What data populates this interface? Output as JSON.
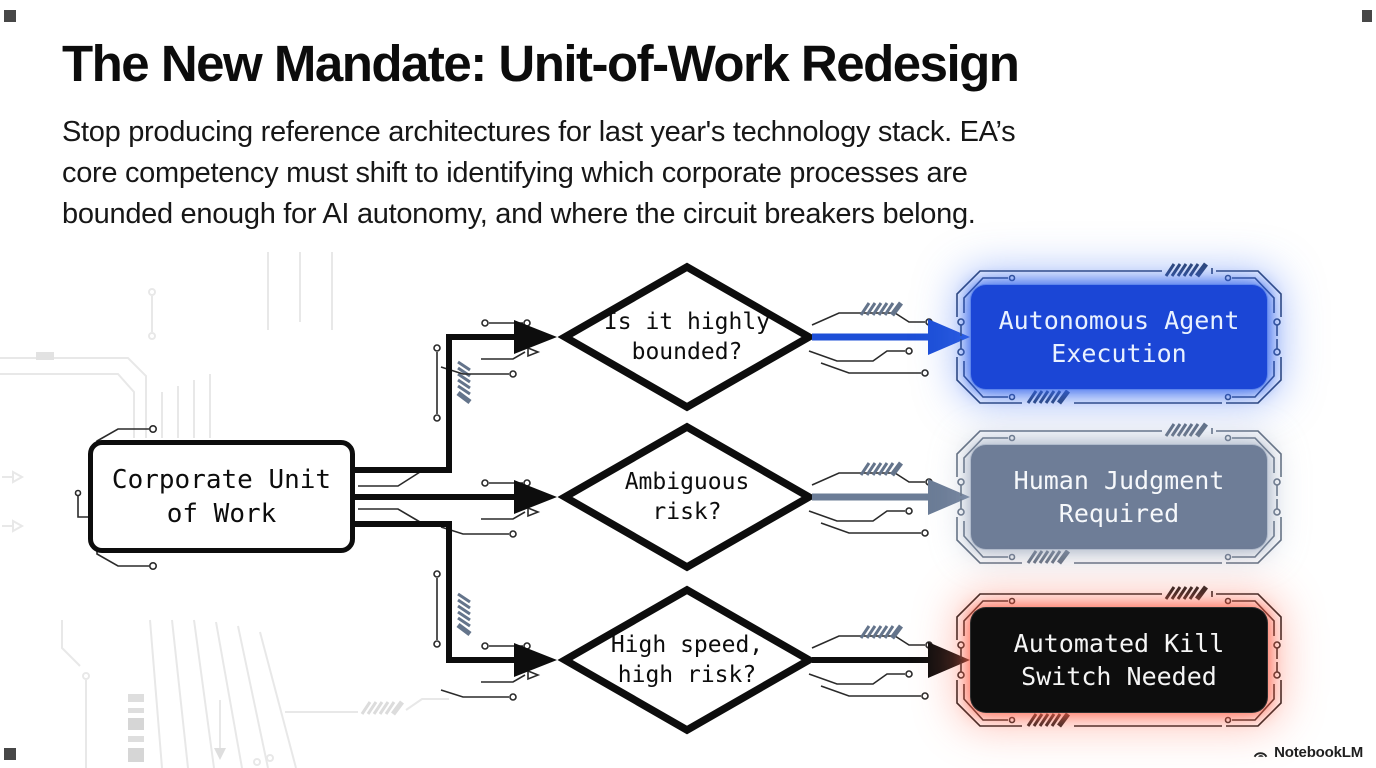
{
  "slide": {
    "title": "The New Mandate: Unit-of-Work Redesign",
    "subtitle_lines": [
      "Stop producing reference architectures for last year's technology stack. EA’s",
      "core competency must shift to identifying which corporate processes are",
      "bounded enough for AI autonomy, and where the circuit breakers belong."
    ]
  },
  "flowchart": {
    "source": {
      "line1": "Corporate Unit",
      "line2": "of Work"
    },
    "decisions": [
      {
        "line1": "Is it highly",
        "line2": "bounded?"
      },
      {
        "line1": "Ambiguous",
        "line2": "risk?"
      },
      {
        "line1": "High speed,",
        "line2": "high risk?"
      }
    ],
    "outcomes": [
      {
        "line1": "Autonomous Agent",
        "line2": "Execution",
        "fill": "#1b46d6",
        "glow": "#2f6bff"
      },
      {
        "line1": "Human Judgment",
        "line2": "Required",
        "fill": "#6e7d97",
        "glow": "#93a2b8"
      },
      {
        "line1": "Automated Kill",
        "line2": "Switch Needed",
        "fill": "#0d0d0d",
        "glow": "#ff5a45"
      }
    ],
    "connector_colors": {
      "autonomous": "#1d4fd7",
      "human": "#6b7c96",
      "killswitch": "#0d0d0d"
    }
  },
  "footer": {
    "brand": "NotebookLM"
  }
}
